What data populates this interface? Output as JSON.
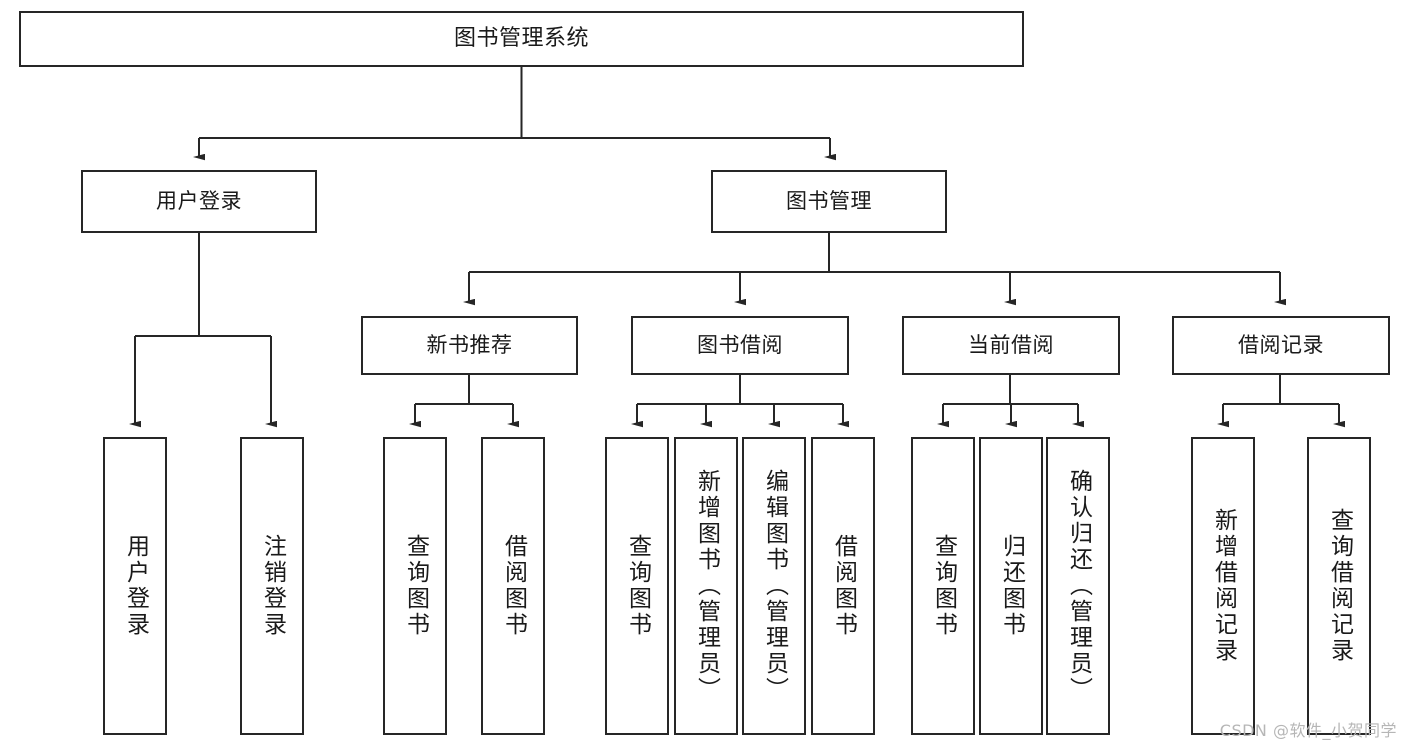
{
  "diagram": {
    "type": "tree",
    "title": "图书管理系统",
    "watermark": "CSDN @软件_小贺同学",
    "colors": {
      "box_border": "#262626",
      "box_fill": "#ffffff",
      "connector": "#262626",
      "text": "#1a1a1a",
      "watermark": "#b6b6b6"
    },
    "nodes": {
      "root": {
        "label": "图书管理系统"
      },
      "level2": [
        {
          "id": "user-login",
          "label": "用户登录"
        },
        {
          "id": "book-manage",
          "label": "图书管理"
        }
      ],
      "level3": [
        {
          "id": "new-book-recommend",
          "label": "新书推荐"
        },
        {
          "id": "book-borrow",
          "label": "图书借阅"
        },
        {
          "id": "current-borrow",
          "label": "当前借阅"
        },
        {
          "id": "borrow-record",
          "label": "借阅记录"
        }
      ],
      "leaves": {
        "user-login": [
          {
            "id": "leaf-user-login",
            "label": "用户登录"
          },
          {
            "id": "leaf-user-logout",
            "label": "注销登录"
          }
        ],
        "new-book-recommend": [
          {
            "id": "leaf-query-book-1",
            "label": "查询图书"
          },
          {
            "id": "leaf-borrow-book-1",
            "label": "借阅图书"
          }
        ],
        "book-borrow": [
          {
            "id": "leaf-query-book-2",
            "label": "查询图书"
          },
          {
            "id": "leaf-add-book",
            "label": "新增图书（管理员）"
          },
          {
            "id": "leaf-edit-book",
            "label": "编辑图书（管理员）"
          },
          {
            "id": "leaf-borrow-book-2",
            "label": "借阅图书"
          }
        ],
        "current-borrow": [
          {
            "id": "leaf-query-book-3",
            "label": "查询图书"
          },
          {
            "id": "leaf-return-book",
            "label": "归还图书"
          },
          {
            "id": "leaf-confirm-return",
            "label": "确认归还（管理员）"
          }
        ],
        "borrow-record": [
          {
            "id": "leaf-add-record",
            "label": "新增借阅记录"
          },
          {
            "id": "leaf-query-record",
            "label": "查询借阅记录"
          }
        ]
      }
    }
  }
}
